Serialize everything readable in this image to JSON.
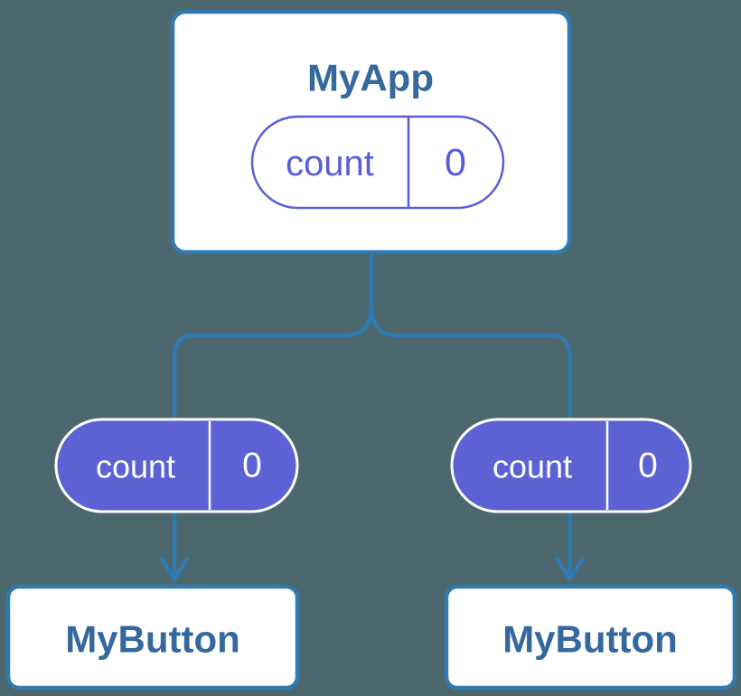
{
  "colors": {
    "background": "#4C676E",
    "node-fill": "#FFFFFF",
    "node-border": "#2E7AB0",
    "node-title": "#35699E",
    "connector": "#2E7AB0",
    "state-purple": "#5C62D4",
    "state-outline": "#585ED8",
    "state-text-light": "#FFFFFF"
  },
  "diagram": {
    "root": {
      "title": "MyApp",
      "state": {
        "name": "count",
        "value": "0"
      }
    },
    "children": [
      {
        "title": "MyButton",
        "prop": {
          "name": "count",
          "value": "0"
        }
      },
      {
        "title": "MyButton",
        "prop": {
          "name": "count",
          "value": "0"
        }
      }
    ]
  }
}
